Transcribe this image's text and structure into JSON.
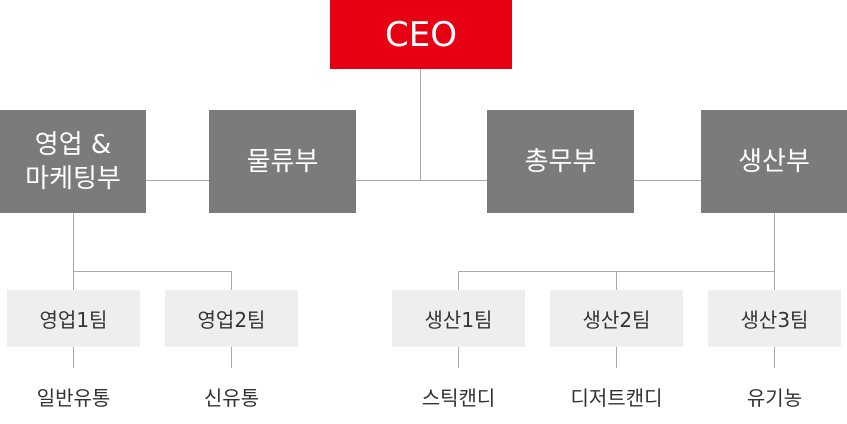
{
  "ceo": {
    "label": "CEO"
  },
  "departments": {
    "sales": {
      "line1": "영업 &",
      "line2": "마케팅부"
    },
    "logistics": {
      "label": "물류부"
    },
    "general": {
      "label": "총무부"
    },
    "production": {
      "label": "생산부"
    }
  },
  "teams": {
    "sales1": "영업1팀",
    "sales2": "영업2팀",
    "prod1": "생산1팀",
    "prod2": "생산2팀",
    "prod3": "생산3팀"
  },
  "subunits": {
    "general_dist": "일반유통",
    "new_dist": "신유통",
    "stick_candy": "스틱캔디",
    "dessert_candy": "디저트캔디",
    "organic": "유기농"
  },
  "colors": {
    "ceo": "#e60012",
    "department": "#7b7b7b",
    "team": "#eeeeee",
    "line": "#aaaaaa"
  }
}
